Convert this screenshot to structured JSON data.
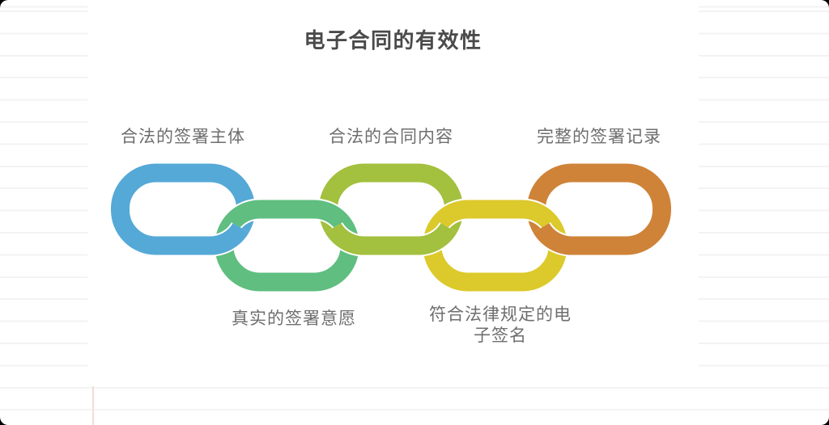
{
  "title": {
    "text": "电子合同的有效性",
    "color": "#4a4a4a"
  },
  "chain": {
    "label_color": "#6e6e6e",
    "links": [
      {
        "label": "合法的签署主体",
        "color": "#55a9d7",
        "position": "top"
      },
      {
        "label": "真实的签署意愿",
        "color": "#5fbe80",
        "position": "bottom"
      },
      {
        "label": "合法的合同内容",
        "color": "#a3c03e",
        "position": "top"
      },
      {
        "label": "符合法律规定的电\n子签名",
        "color": "#dcc92b",
        "position": "bottom"
      },
      {
        "label": "完整的签署记录",
        "color": "#cf8338",
        "position": "top"
      }
    ]
  },
  "background": {
    "ruled_line_color": "#f3f3f3",
    "margin_line_color": "#f7dada"
  }
}
